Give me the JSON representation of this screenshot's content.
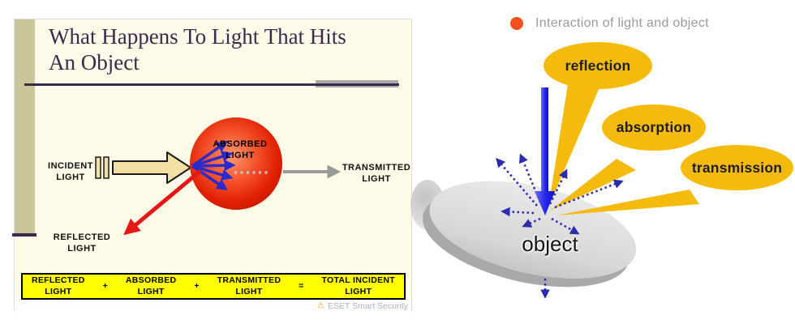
{
  "colors": {
    "slide-bg": "#FDFBE7",
    "slide-accent": "#C9C79A",
    "title": "#3A2B4E",
    "underline-gray": "#A8A8A8",
    "incident-arrow": "#F2DFA3",
    "sphere-center": "#FF9A6E",
    "sphere-edge": "#DF1E05",
    "blue-arrow": "#2B2BCC",
    "gray-arrow": "#999999",
    "red-arrow": "#E51717",
    "formula-bg": "#FFFF00",
    "bubble": "#F5BB0C",
    "bubble-text": "#1E1E2D",
    "beam-blue": "#2020E0",
    "dotted-blue": "#2B2BB0",
    "disc-top": "#DCDCDC",
    "disc-side": "#A9A9A9",
    "bullet-orange": "#F4511E",
    "heading-gray": "#9A9A9A"
  },
  "slide": {
    "title": "What Happens To Light That Hits\nAn Object",
    "labels": {
      "incident": "INCIDENT\nLIGHT",
      "absorbed": "ABSORBED\nLIGHT",
      "transmitted": "TRANSMITTED\nLIGHT",
      "reflected": "REFLECTED\nLIGHT"
    },
    "formula": {
      "items": [
        "REFLECTED\nLIGHT",
        "+",
        "ABSORBED\nLIGHT",
        "+",
        "TRANSMITTED\nLIGHT",
        "=",
        "TOTAL INCIDENT\nLIGHT"
      ]
    },
    "watermark": {
      "icon_glyph": "⚠",
      "text": "ESET Smart Security"
    }
  },
  "diagram": {
    "heading": "Interaction of light and object",
    "bubbles": [
      {
        "label": "reflection"
      },
      {
        "label": "absorption"
      },
      {
        "label": "transmission"
      }
    ],
    "object_label": "object"
  }
}
